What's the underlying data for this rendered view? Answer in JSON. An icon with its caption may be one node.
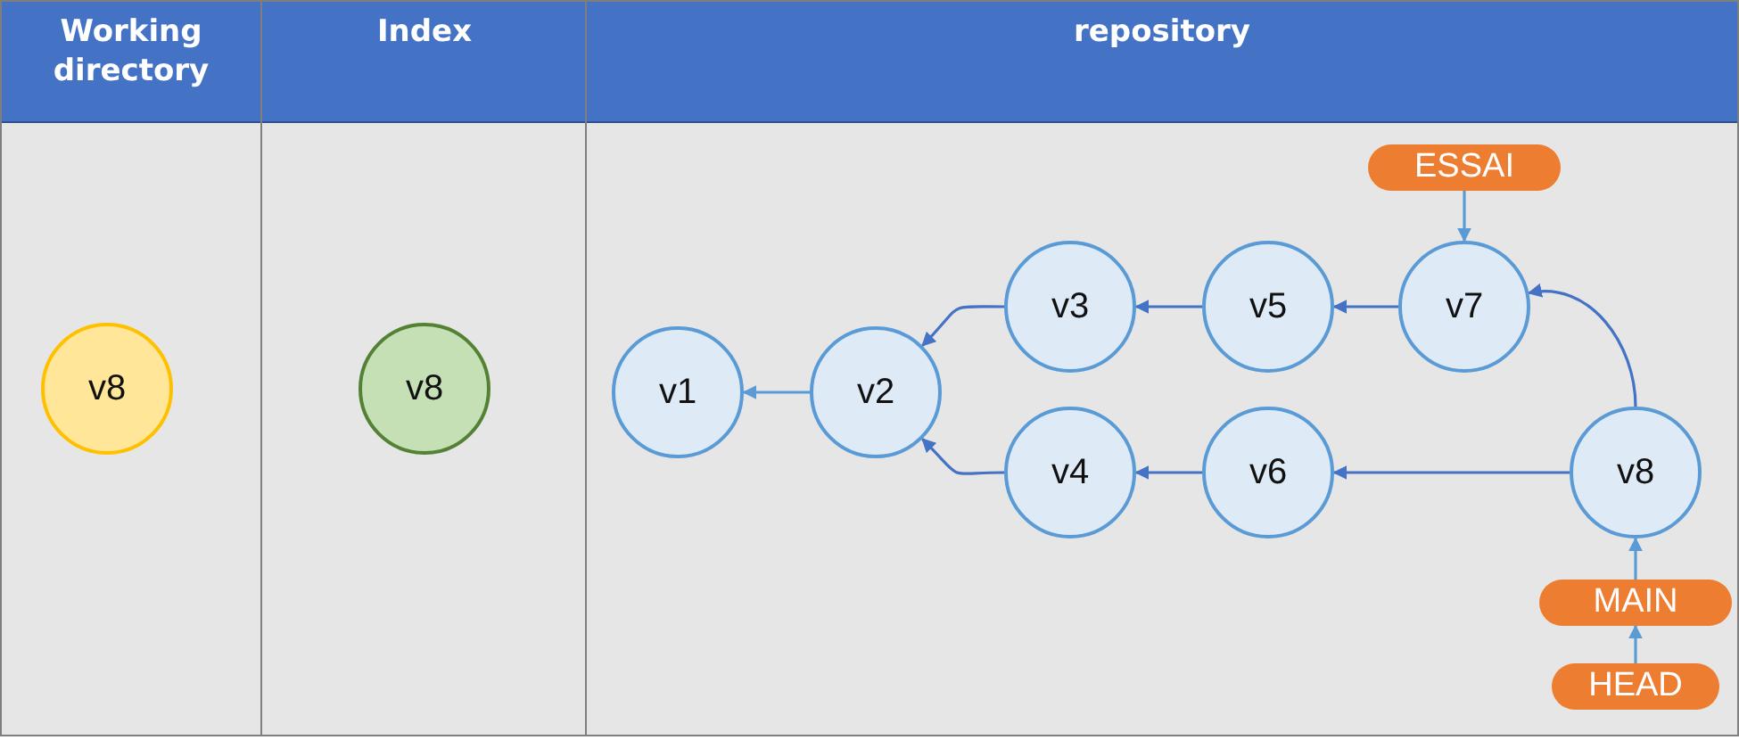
{
  "diagram": {
    "nodes": [
      {
        "text": [
          "Working directory"
        ]
      },
      {
        "text": [
          "Index"
        ]
      },
      {
        "text": [
          "repository"
        ]
      },
      {
        "text": [
          "v8"
        ],
        "in": 0
      },
      {
        "text": [
          "v8"
        ],
        "in": 1
      },
      {
        "text": [
          "v1"
        ],
        "in": 2
      },
      {
        "text": [
          "v2"
        ],
        "in": 2
      },
      {
        "text": [
          "v3"
        ],
        "in": 2
      },
      {
        "text": [
          "v4"
        ],
        "in": 2
      },
      {
        "text": [
          "v5"
        ],
        "in": 2
      },
      {
        "text": [
          "v6"
        ],
        "in": 2
      },
      {
        "text": [
          "ESSAI"
        ],
        "in": 2
      },
      {
        "text": [
          "v7"
        ],
        "in": 2
      },
      {
        "text": [
          "v8"
        ],
        "in": 2
      },
      {
        "text": [
          "MAIN"
        ],
        "in": 2
      },
      {
        "text": [
          "HEAD"
        ],
        "in": 2
      }
    ],
    "edges": [
      {
        "from": 6,
        "to": 5,
        "arrow": "to",
        "color": "#5b9bd5"
      },
      {
        "from": 7,
        "to": 6,
        "arrow": "to"
      },
      {
        "from": 8,
        "to": 6,
        "arrow": "to"
      },
      {
        "from": 9,
        "to": 7,
        "arrow": "to"
      },
      {
        "from": 10,
        "to": 8,
        "arrow": "to"
      },
      {
        "from": 12,
        "to": 9,
        "arrow": "to"
      },
      {
        "from": 13,
        "to": 12,
        "arrow": "to"
      },
      {
        "from": 13,
        "to": 10,
        "arrow": "to"
      },
      {
        "from": 11,
        "to": 12,
        "arrow": "to",
        "color": "#5b9bd5"
      },
      {
        "from": 14,
        "to": 13,
        "arrow": "to",
        "color": "#5b9bd5"
      },
      {
        "from": 15,
        "to": 14,
        "arrow": "to",
        "color": "#5b9bd5"
      }
    ]
  }
}
